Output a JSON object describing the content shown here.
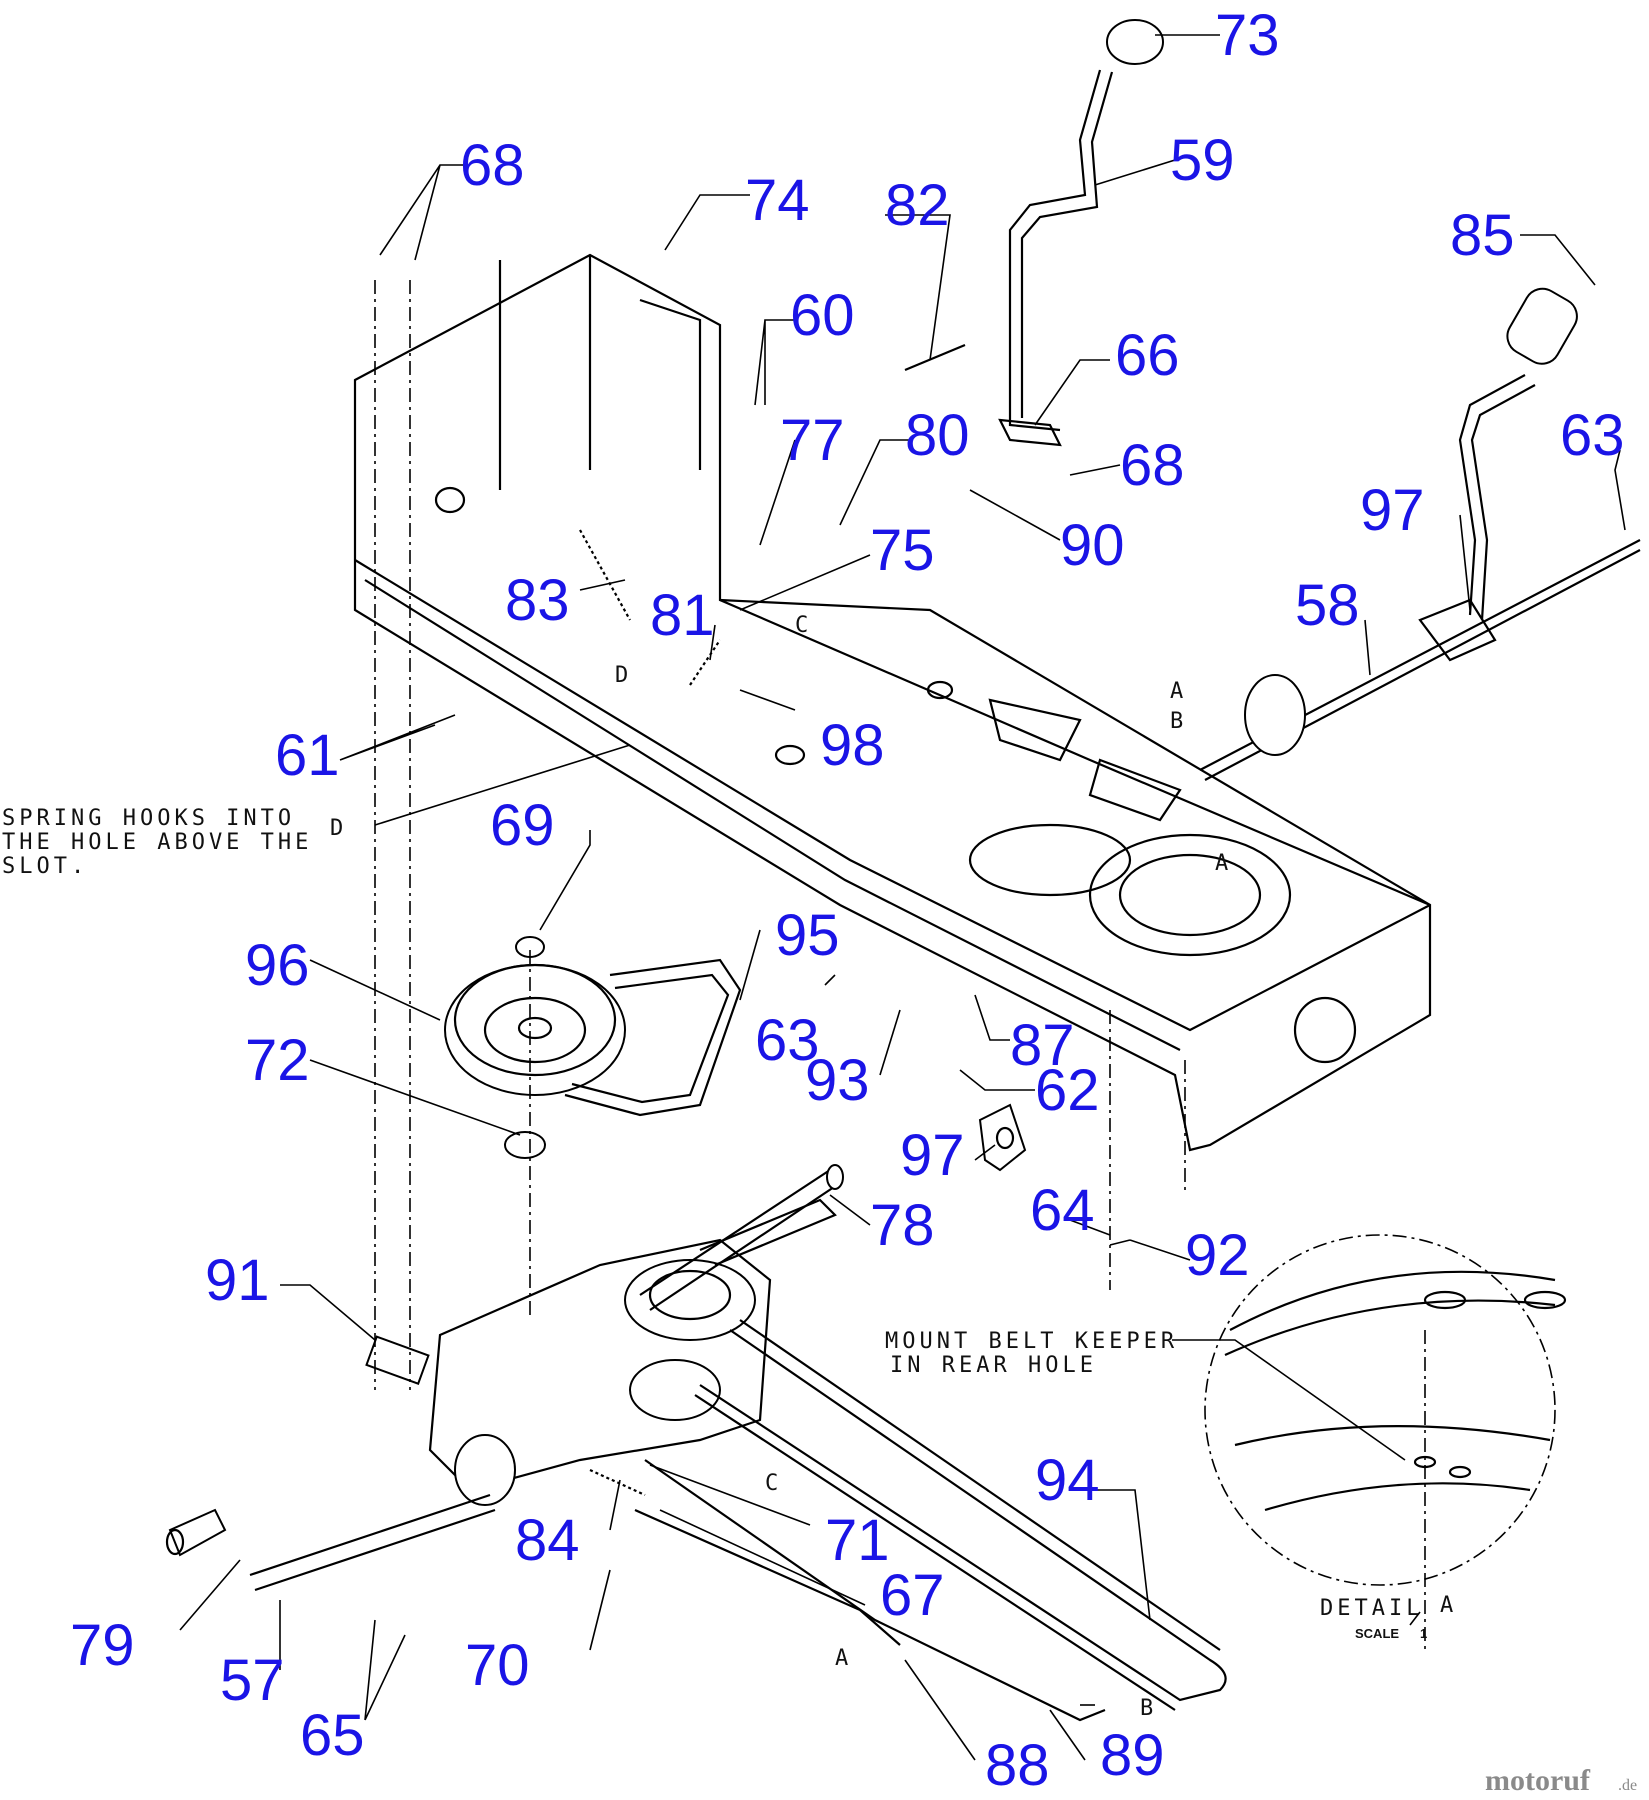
{
  "labels": [
    {
      "text": "73"
    },
    {
      "text": "68"
    },
    {
      "text": "59"
    },
    {
      "text": "74"
    },
    {
      "text": "82"
    },
    {
      "text": "85"
    },
    {
      "text": "60"
    },
    {
      "text": "66"
    },
    {
      "text": "77"
    },
    {
      "text": "80"
    },
    {
      "text": "68"
    },
    {
      "text": "63"
    },
    {
      "text": "97"
    },
    {
      "text": "90"
    },
    {
      "text": "75"
    },
    {
      "text": "83"
    },
    {
      "text": "81"
    },
    {
      "text": "58"
    },
    {
      "text": "98"
    },
    {
      "text": "61"
    },
    {
      "text": "69"
    },
    {
      "text": "95"
    },
    {
      "text": "96"
    },
    {
      "text": "63"
    },
    {
      "text": "87"
    },
    {
      "text": "93"
    },
    {
      "text": "72"
    },
    {
      "text": "62"
    },
    {
      "text": "97"
    },
    {
      "text": "64"
    },
    {
      "text": "92"
    },
    {
      "text": "78"
    },
    {
      "text": "91"
    },
    {
      "text": "94"
    },
    {
      "text": "71"
    },
    {
      "text": "84"
    },
    {
      "text": "67"
    },
    {
      "text": "79"
    },
    {
      "text": "70"
    },
    {
      "text": "57"
    },
    {
      "text": "65"
    },
    {
      "text": "88"
    },
    {
      "text": "89"
    }
  ],
  "letters": {
    "c1": "C",
    "d1": "D",
    "a1": "A",
    "b1": "B",
    "d2": "D",
    "a2": "A",
    "c2": "C",
    "a3": "A",
    "b2": "B"
  },
  "notes": {
    "spring_line1": "SPRING HOOKS INTO",
    "spring_line2": "THE HOLE ABOVE THE",
    "spring_line3": "SLOT.",
    "belt_line1": "MOUNT BELT KEEPER",
    "belt_line2": "IN REAR HOLE",
    "detail": "DETAIL",
    "detail_letter": "A",
    "scale": "SCALE",
    "scale_value": "1"
  },
  "watermark": {
    "main": "motoruf",
    "suffix": ".de",
    "color_main": "#8a8a8a",
    "color_accent": "#c9a227"
  },
  "colors": {
    "label": "#1a14e6",
    "line": "#000000"
  }
}
